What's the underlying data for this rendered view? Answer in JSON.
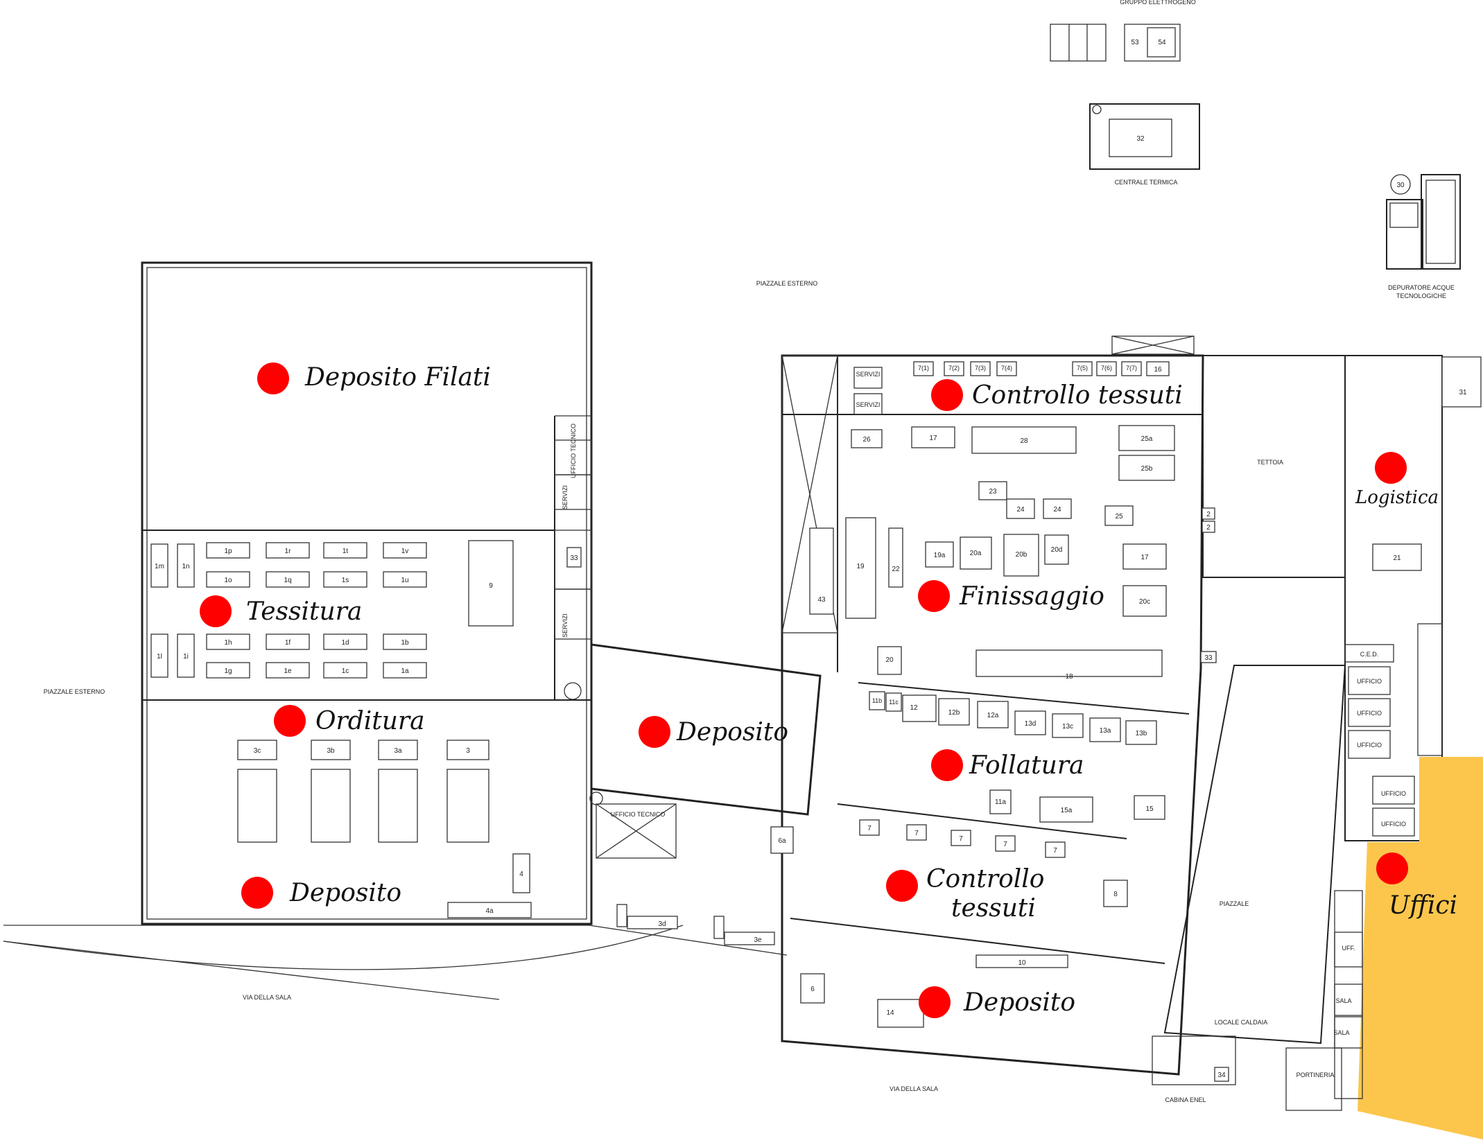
{
  "colors": {
    "marker": "#ff0000",
    "offices_fill": "#fcc64c",
    "line": "#222222"
  },
  "top_labels": {
    "gruppo": "GRUPPO ELETTROGENO",
    "centrale": "CENTRALE TERMICA",
    "depuratore_1": "DEPURATORE ACQUE",
    "depuratore_2": "TECNOLOGICHE",
    "piazzale_esterno_top": "PIAZZALE ESTERNO",
    "piazzale_esterno_left": "PIAZZALE ESTERNO",
    "via_sala_left": "VIA DELLA SALA",
    "via_sala_bottom": "VIA DELLA SALA",
    "cabina": "CABINA ENEL",
    "locale_caldaia": "LOCALE CALDAIA",
    "portineria": "PORTINERIA",
    "piazzale": "PIAZZALE",
    "tettoia": "TETTOIA"
  },
  "rooms": {
    "servizi": "SERVIZI",
    "ufficio_tecnico": "UFFICIO TECNICO",
    "ufficio": "UFFICIO",
    "ced": "C.E.D.",
    "uff": "UFF.",
    "sala": "SALA"
  },
  "areas": [
    "Deposito Filati",
    "Tessitura",
    "Orditura",
    "Deposito",
    "Deposito",
    "Controllo tessuti",
    "Finissaggio",
    "Follatura",
    "Controllo",
    "tessuti",
    "Deposito",
    "Logistica",
    "Uffici"
  ],
  "numbers": {
    "n53": "53",
    "n54": "54",
    "n32": "32",
    "n30": "30",
    "n31": "31",
    "n1p": "1p",
    "n1r": "1r",
    "n1t": "1t",
    "n1v": "1v",
    "n1o": "1o",
    "n1q": "1q",
    "n1s": "1s",
    "n1u": "1u",
    "n1m": "1m",
    "n1n": "1n",
    "n1l": "1l",
    "n1i": "1i",
    "n1h": "1h",
    "n1f": "1f",
    "n1d": "1d",
    "n1b": "1b",
    "n1g": "1g",
    "n1e": "1e",
    "n1c": "1c",
    "n1a": "1a",
    "n9": "9",
    "n33a": "33",
    "n33b": "33",
    "n3c": "3c",
    "n3b": "3b",
    "n3a": "3a",
    "n3": "3",
    "n4": "4",
    "n4a": "4a",
    "n3d": "3d",
    "n3e": "3e",
    "n6a": "6a",
    "n6": "6",
    "n14": "14",
    "n10": "10",
    "n8": "8",
    "n7a": "7",
    "n7b": "7",
    "n7c": "7",
    "n7d": "7",
    "n7e": "7",
    "n11a": "11a",
    "n15a": "15a",
    "n15": "15",
    "n11b": "11b",
    "n11c": "11c",
    "n12": "12",
    "n12b": "12b",
    "n12a": "12a",
    "n13d": "13d",
    "n13c": "13c",
    "n13a": "13a",
    "n13b": "13b",
    "n18": "18",
    "n20": "20",
    "n43": "43",
    "n19": "19",
    "n22": "22",
    "n19a": "19a",
    "n20a": "20a",
    "n20b": "20b",
    "n20d": "20d",
    "n17a": "17",
    "n17b": "17",
    "n20c": "20c",
    "n23": "23",
    "n24a": "24",
    "n24b": "24",
    "n25": "25",
    "n26": "26",
    "n28": "28",
    "n25a": "25a",
    "n25b": "25b",
    "n7_1": "7(1)",
    "n7_2": "7(2)",
    "n7_3": "7(3)",
    "n7_4": "7(4)",
    "n7_5": "7(5)",
    "n7_6": "7(6)",
    "n7_7": "7(7)",
    "n16": "16",
    "n2a": "2",
    "n2b": "2",
    "n21": "21",
    "n34": "34"
  }
}
